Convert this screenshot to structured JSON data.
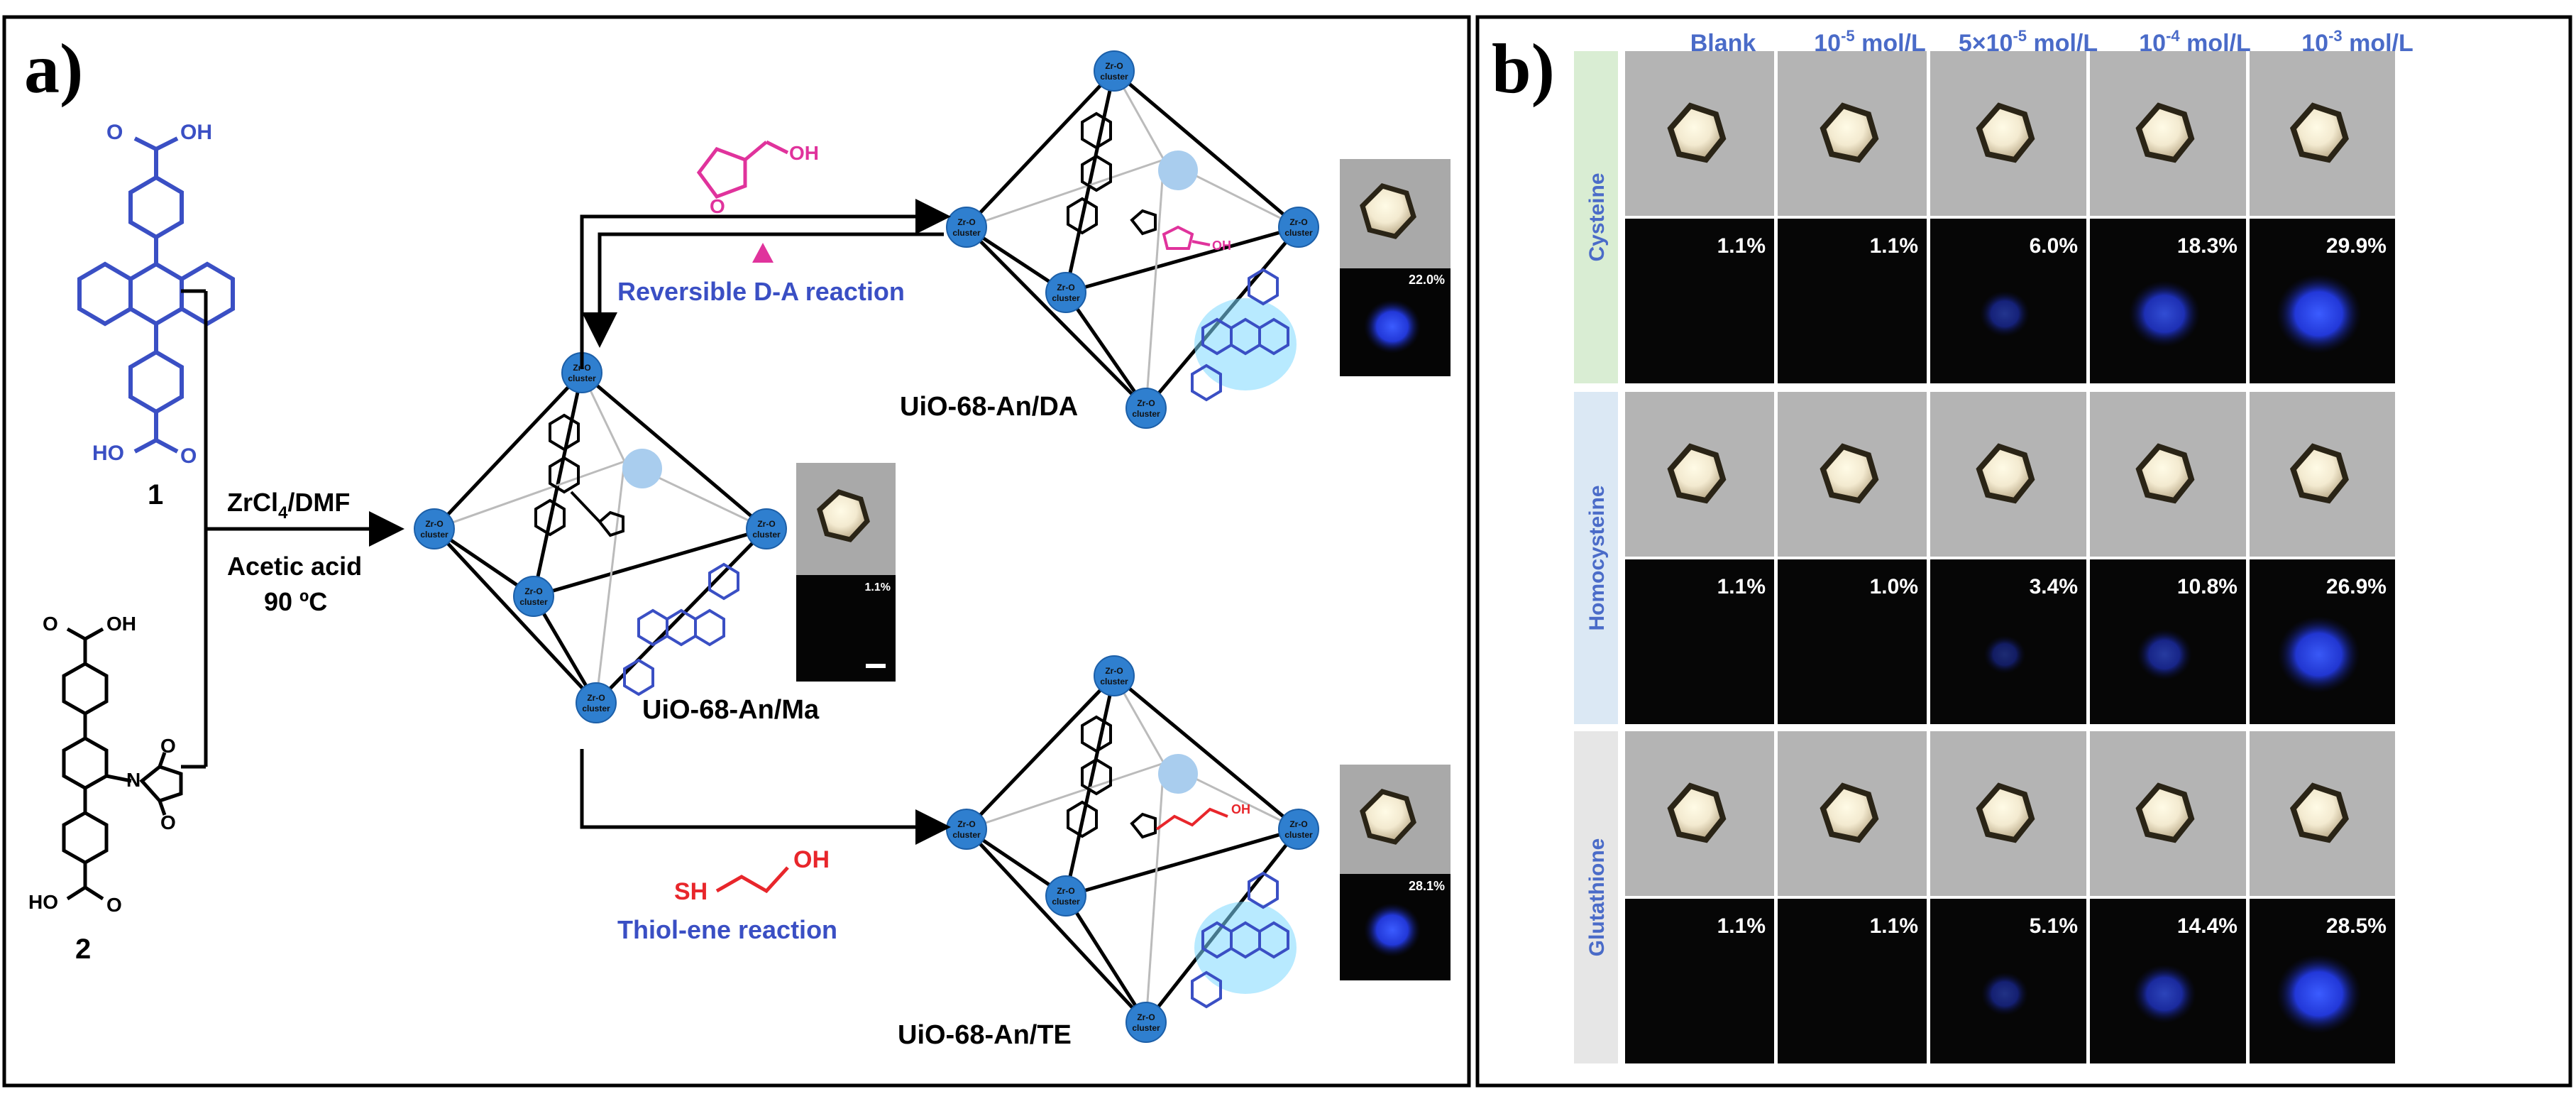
{
  "panel_a": {
    "label": "a)",
    "compound_1": "1",
    "compound_2": "2",
    "conditions_1a": "ZrCl",
    "conditions_1sub": "4",
    "conditions_1b": "/DMF",
    "conditions_2": "Acetic acid",
    "conditions_3": "90 ºC",
    "cooh": "OH",
    "cooh_o": "O",
    "hooc": "HO",
    "node_line1": "Zr-O",
    "node_line2": "cluster",
    "ma_name": "UiO-68-An/Ma",
    "da_name": "UiO-68-An/DA",
    "te_name": "UiO-68-An/TE",
    "da_reaction": "Reversible D-A reaction",
    "te_reaction": "Thiol-ene reaction",
    "furan_oh": "OH",
    "furan_o": "O",
    "thiol_sh": "SH",
    "thiol_oh": "OH",
    "imide_n": "N",
    "ma_percent": "1.1%",
    "da_percent": "22.0%",
    "te_percent": "28.1%",
    "colors": {
      "blue": "#3a4fc4",
      "magenta": "#e0339c",
      "red": "#e8262b",
      "node": "#2f7fcf"
    }
  },
  "panel_b": {
    "label": "b)",
    "col_blank": "Blank",
    "col2_base": "10",
    "col2_sup": "-5",
    "col3_pre": "5×10",
    "col3_sup": "-5",
    "col4_base": "10",
    "col4_sup": "-4",
    "col5_base": "10",
    "col5_sup": "-3",
    "unit": " mol/L",
    "rows": [
      {
        "name": "Cysteine",
        "percents": [
          "1.1%",
          "1.1%",
          "6.0%",
          "18.3%",
          "29.9%"
        ],
        "glow": [
          0,
          0,
          0.35,
          0.75,
          1
        ]
      },
      {
        "name": "Homocysteine",
        "percents": [
          "1.1%",
          "1.0%",
          "3.4%",
          "10.8%",
          "26.9%"
        ],
        "glow": [
          0,
          0,
          0.2,
          0.45,
          0.95
        ]
      },
      {
        "name": "Glutathione",
        "percents": [
          "1.1%",
          "1.1%",
          "5.1%",
          "14.4%",
          "28.5%"
        ],
        "glow": [
          0,
          0,
          0.3,
          0.6,
          1
        ]
      }
    ],
    "colors": {
      "header": "#4a6bc8",
      "cysteine_bg": "#d9edd3",
      "homocysteine_bg": "#dbe8f4",
      "glutathione_bg": "#e6e6e6"
    }
  }
}
